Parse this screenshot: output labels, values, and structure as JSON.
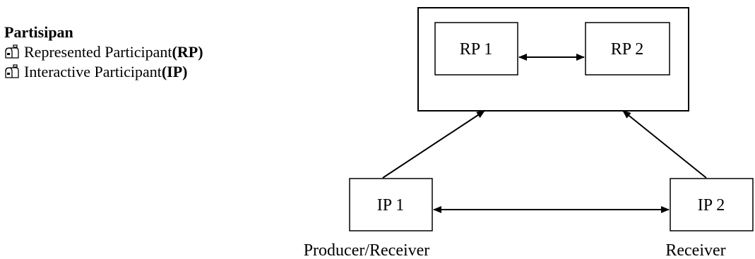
{
  "legend": {
    "title": "Partisipan",
    "items": [
      {
        "icon": "mailbox-icon",
        "text": "Represented Participant ",
        "abbr": "(RP)"
      },
      {
        "icon": "mailbox-icon",
        "text": "Interactive Participant ",
        "abbr": "(IP)"
      }
    ]
  },
  "nodes": {
    "rp1": "RP 1",
    "rp2": "RP 2",
    "ip1": "IP 1",
    "ip2": "IP 2"
  },
  "captions": {
    "ip1": "Producer/Receiver",
    "ip2": "Receiver"
  }
}
